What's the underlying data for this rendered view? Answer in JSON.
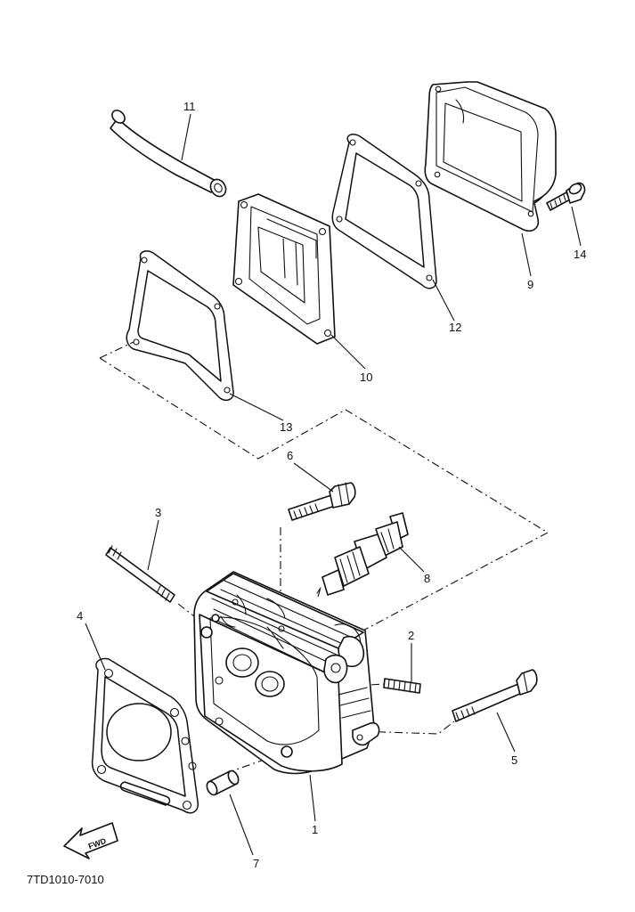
{
  "diagram": {
    "drawing_code": "7TD1010-7010",
    "fwd_label": "FWD",
    "callouts": [
      {
        "id": "1",
        "part": "cylinder-head"
      },
      {
        "id": "2",
        "part": "stud-short"
      },
      {
        "id": "3",
        "part": "stud-long"
      },
      {
        "id": "4",
        "part": "head-gasket"
      },
      {
        "id": "5",
        "part": "flange-bolt-long"
      },
      {
        "id": "6",
        "part": "flange-bolt-upper"
      },
      {
        "id": "7",
        "part": "dowel-pin"
      },
      {
        "id": "8",
        "part": "spark-plug"
      },
      {
        "id": "9",
        "part": "valve-cover"
      },
      {
        "id": "10",
        "part": "breather-plate"
      },
      {
        "id": "11",
        "part": "breather-hose"
      },
      {
        "id": "12",
        "part": "cover-gasket"
      },
      {
        "id": "13",
        "part": "breather-gasket"
      },
      {
        "id": "14",
        "part": "flange-bolt-small"
      }
    ]
  }
}
